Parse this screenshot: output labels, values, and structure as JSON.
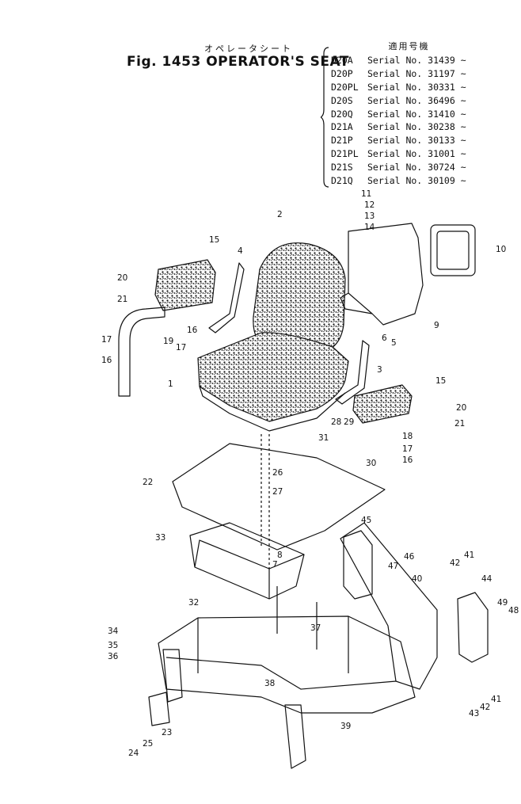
{
  "figure": {
    "title_jp": "オペレータシート",
    "title": "Fig. 1453  OPERATOR'S SEAT",
    "applicability_header": "適用号機"
  },
  "serials": [
    {
      "model": "D20A",
      "serial": "Serial No. 31439 ~"
    },
    {
      "model": "D20P",
      "serial": "Serial No. 31197 ~"
    },
    {
      "model": "D20PL",
      "serial": "Serial No. 30331 ~"
    },
    {
      "model": "D20S",
      "serial": "Serial No. 36496 ~"
    },
    {
      "model": "D20Q",
      "serial": "Serial No. 31410 ~"
    },
    {
      "model": "D21A",
      "serial": "Serial No. 30238 ~"
    },
    {
      "model": "D21P",
      "serial": "Serial No. 30133 ~"
    },
    {
      "model": "D21PL",
      "serial": "Serial No. 31001 ~"
    },
    {
      "model": "D21S",
      "serial": "Serial No. 30724 ~"
    },
    {
      "model": "D21Q",
      "serial": "Serial No. 30109 ~"
    }
  ],
  "callouts": [
    "1",
    "2",
    "3",
    "4",
    "5",
    "6",
    "7",
    "8",
    "9",
    "10",
    "11",
    "12",
    "13",
    "14",
    "15",
    "15",
    "16",
    "16",
    "16",
    "17",
    "17",
    "17",
    "18",
    "19",
    "20",
    "20",
    "21",
    "21",
    "22",
    "23",
    "24",
    "25",
    "26",
    "27",
    "28",
    "29",
    "30",
    "31",
    "32",
    "33",
    "34",
    "35",
    "36",
    "37",
    "38",
    "39",
    "40",
    "41",
    "41",
    "42",
    "42",
    "43",
    "44",
    "45",
    "46",
    "47",
    "48",
    "49"
  ]
}
